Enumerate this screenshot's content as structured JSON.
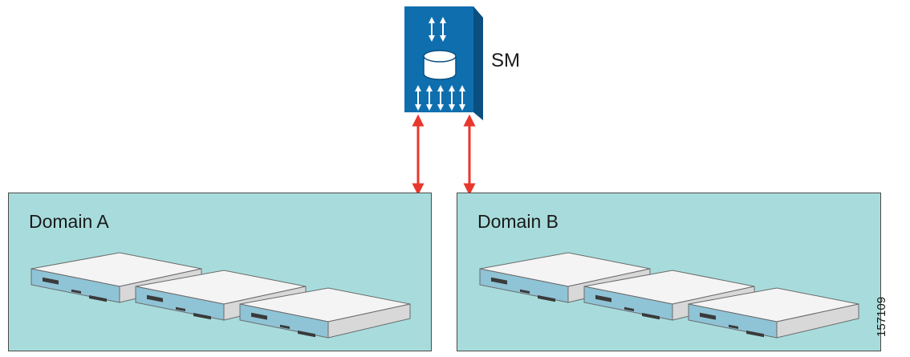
{
  "server": {
    "label": "SM",
    "icon": "session-manager-server-icon"
  },
  "domains": [
    {
      "title": "Domain A",
      "device_count": 3
    },
    {
      "title": "Domain B",
      "device_count": 3
    }
  ],
  "connections": {
    "count": 2,
    "color": "#e8372c"
  },
  "figure_id": "157109",
  "colors": {
    "domain_fill": "#a8dcdc",
    "server_blue": "#0f6fae",
    "arrow_red": "#e8372c"
  }
}
